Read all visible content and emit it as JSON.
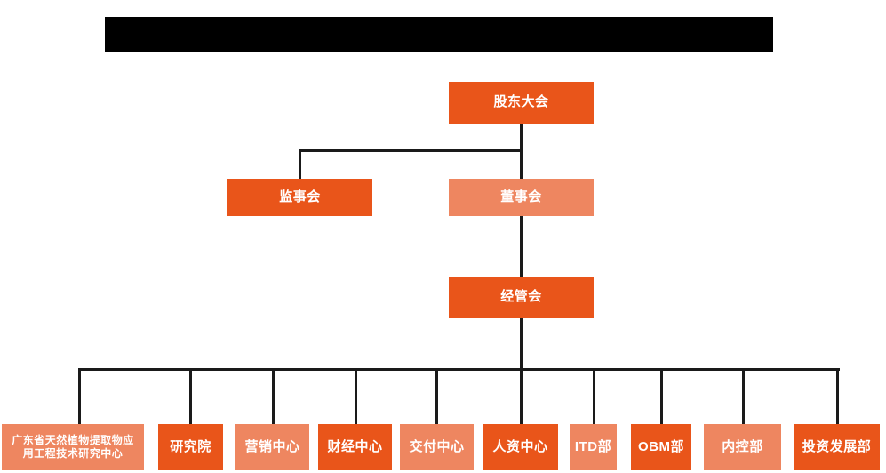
{
  "diagram": {
    "type": "org-chart",
    "title_banner": {
      "text": "",
      "color": "#000000"
    },
    "colors": {
      "dark_orange": "#e9551a",
      "light_orange": "#ee8660",
      "connector": "#1a1a1a",
      "background": "#ffffff",
      "text": "#ffffff"
    },
    "levels": [
      {
        "level": 1,
        "nodes": [
          {
            "id": "shareholders",
            "label": "股东大会",
            "shade": "dark"
          }
        ]
      },
      {
        "level": 2,
        "nodes": [
          {
            "id": "supervisors",
            "label": "监事会",
            "shade": "dark"
          },
          {
            "id": "directors",
            "label": "董事会",
            "shade": "light"
          }
        ]
      },
      {
        "level": 3,
        "nodes": [
          {
            "id": "management",
            "label": "经管会",
            "shade": "dark"
          }
        ]
      },
      {
        "level": 4,
        "nodes": [
          {
            "id": "research-center",
            "label_line1": "广东省天然植物提取物应",
            "label_line2": "用工程技术研究中心",
            "shade": "light"
          },
          {
            "id": "institute",
            "label": "研究院",
            "shade": "dark"
          },
          {
            "id": "marketing",
            "label": "营销中心",
            "shade": "light"
          },
          {
            "id": "finance",
            "label": "财经中心",
            "shade": "dark"
          },
          {
            "id": "delivery",
            "label": "交付中心",
            "shade": "light"
          },
          {
            "id": "hr",
            "label": "人资中心",
            "shade": "dark"
          },
          {
            "id": "itd",
            "label": "ITD部",
            "shade": "light"
          },
          {
            "id": "obm",
            "label": "OBM部",
            "shade": "dark"
          },
          {
            "id": "internal-control",
            "label": "内控部",
            "shade": "light"
          },
          {
            "id": "investment",
            "label": "投资发展部",
            "shade": "dark"
          }
        ]
      }
    ]
  }
}
